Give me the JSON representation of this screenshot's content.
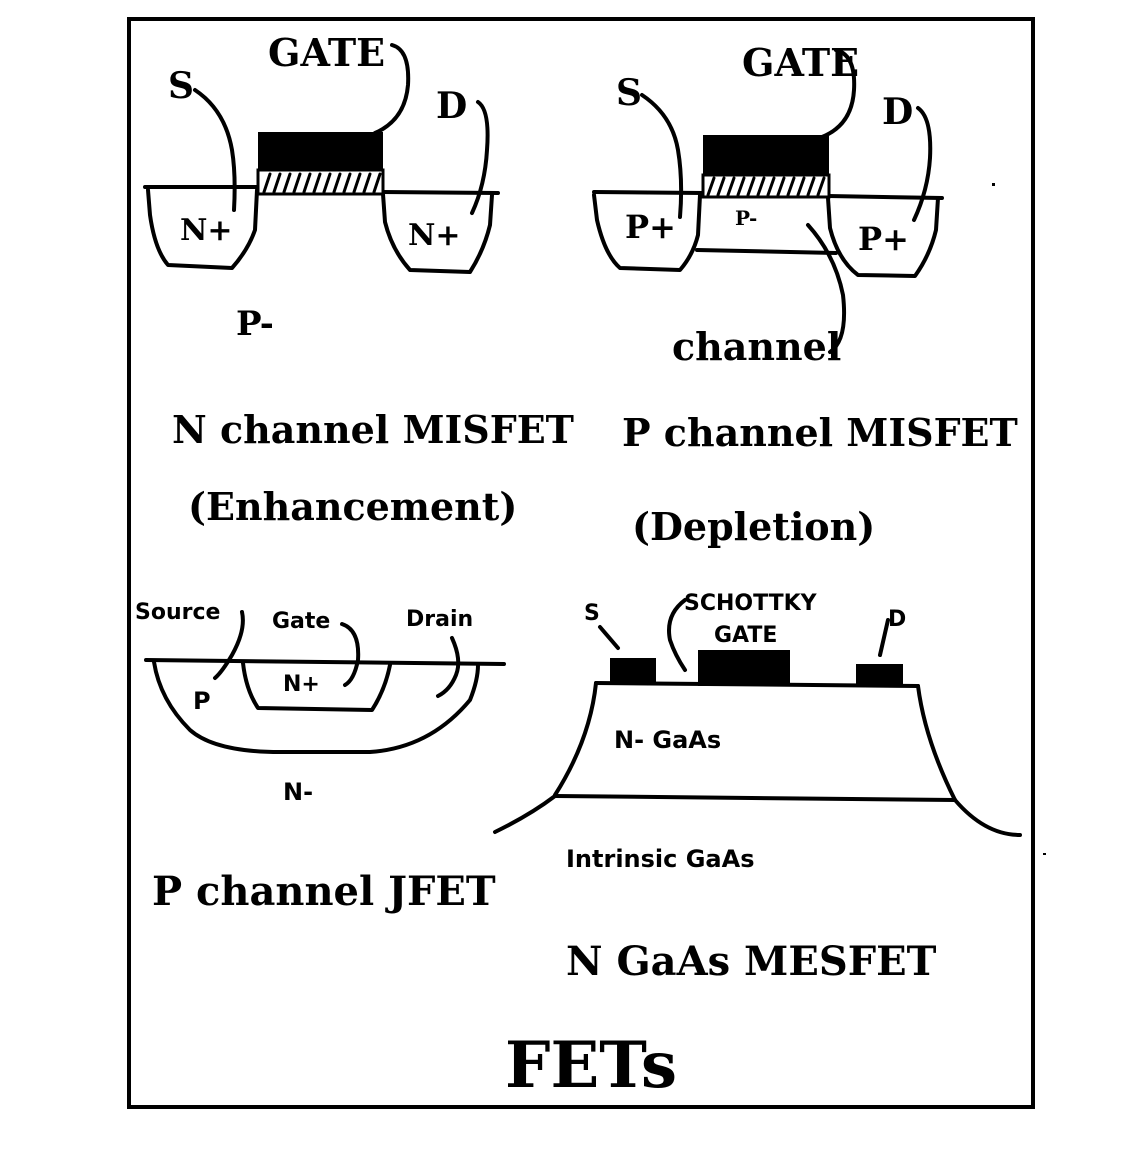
{
  "title": "FETs",
  "colors": {
    "ink": "#000000",
    "paper": "#ffffff"
  },
  "devices": {
    "n_misfet": {
      "labels": {
        "gate": "GATE",
        "source": "S",
        "drain": "D",
        "source_region": "N+",
        "drain_region": "N+",
        "substrate": "P-"
      },
      "caption_line1": "N channel MISFET",
      "caption_line2": "(Enhancement)"
    },
    "p_misfet": {
      "labels": {
        "gate": "GATE",
        "source": "S",
        "drain": "D",
        "source_region": "P+",
        "drain_region": "P+",
        "channel_region": "P-",
        "channel": "channel"
      },
      "caption_line1": "P channel MISFET",
      "caption_line2": "(Depletion)"
    },
    "p_jfet": {
      "labels": {
        "source": "Source",
        "gate": "Gate",
        "drain": "Drain",
        "gate_region": "N+",
        "channel_region": "P",
        "substrate": "N-"
      },
      "caption": "P channel JFET"
    },
    "gaas_mesfet": {
      "labels": {
        "source": "S",
        "gate_line1": "SCHOTTKY",
        "gate_line2": "GATE",
        "drain": "D",
        "active_layer": "N- GaAs",
        "substrate": "Intrinsic GaAs"
      },
      "caption": "N GaAs MESFET"
    }
  }
}
